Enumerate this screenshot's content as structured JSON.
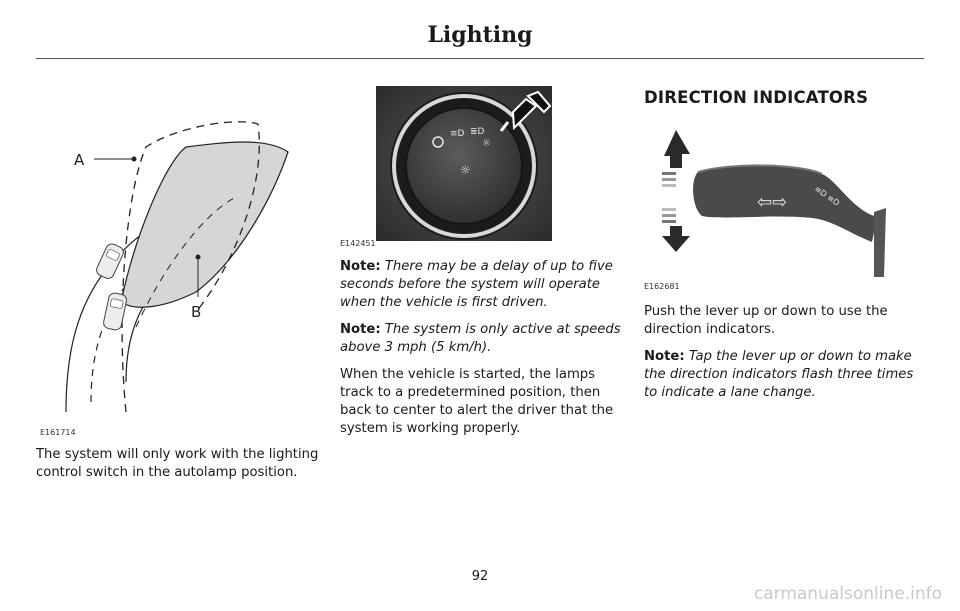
{
  "header": {
    "title": "Lighting"
  },
  "figures": {
    "left": {
      "code": "E161714",
      "label_a": "A",
      "label_b": "B"
    },
    "middle": {
      "code": "E142451"
    },
    "right": {
      "code": "E162681"
    }
  },
  "left_col": {
    "paragraph": "The system will only work with the lighting control switch in the autolamp position."
  },
  "middle_col": {
    "note1_label": "Note:",
    "note1_text": "There may be a delay of up to five seconds before the system will operate when the vehicle is first driven.",
    "note2_label": "Note:",
    "note2_text": "The system is only active at speeds above 3 mph (5 km/h).",
    "paragraph": "When the vehicle is started, the lamps track to a predetermined position, then back to center to alert the driver that the system is working properly."
  },
  "right_col": {
    "section_title": "DIRECTION INDICATORS",
    "paragraph": "Push the lever up or down to use the direction indicators.",
    "note_label": "Note:",
    "note_text": "Tap the lever up or down to make the direction indicators flash three times to indicate a lane change."
  },
  "footer": {
    "page_number": "92",
    "watermark": "carmanualsonline.info"
  }
}
